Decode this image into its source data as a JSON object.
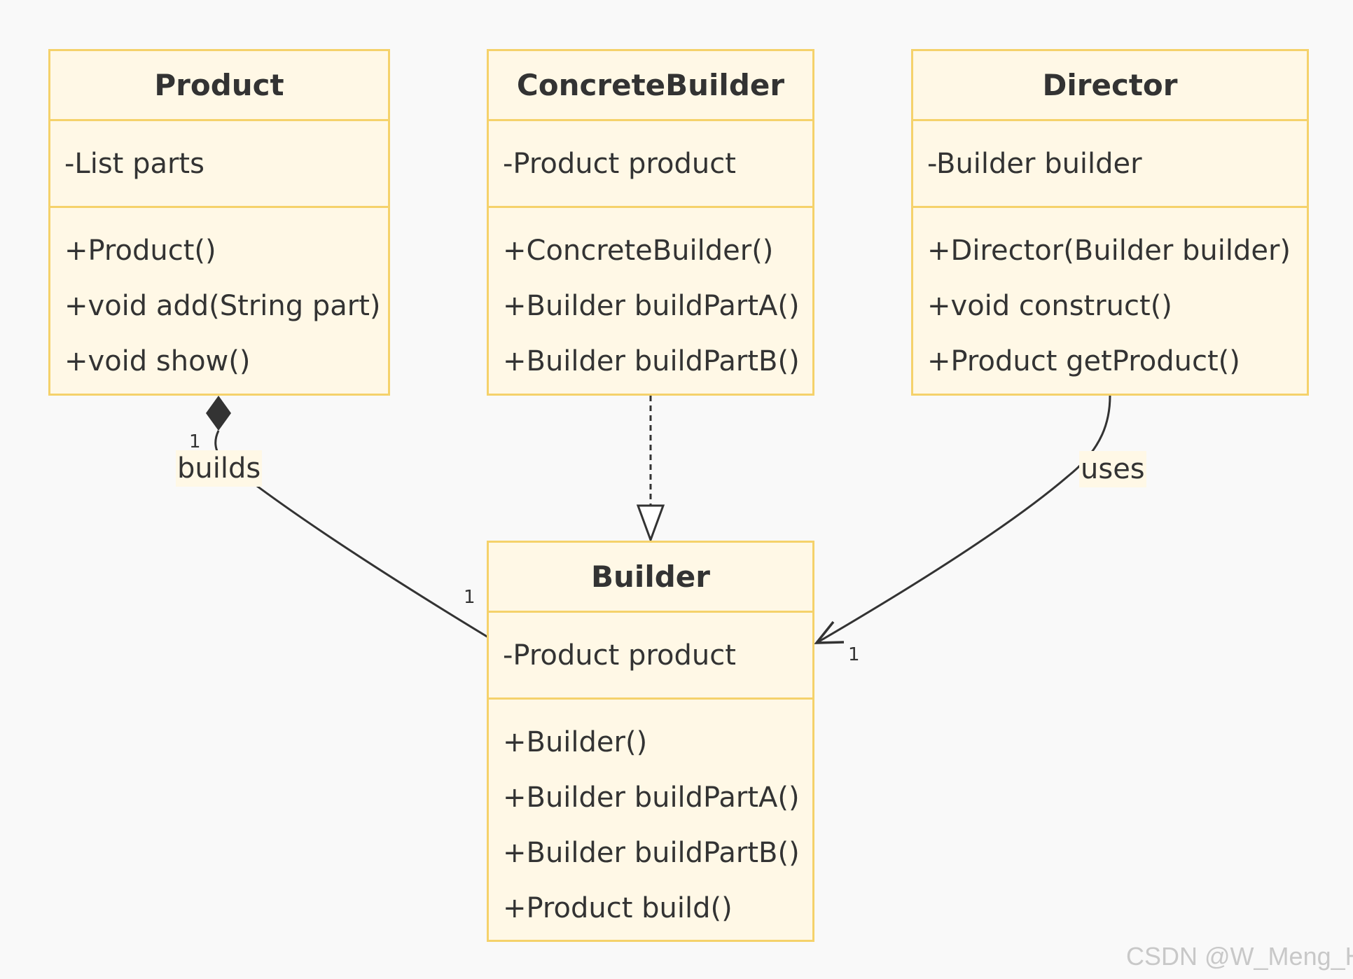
{
  "classes": {
    "product": {
      "name": "Product",
      "attributes": [
        "-List parts"
      ],
      "methods": [
        "+Product()",
        "+void add(String part)",
        "+void show()"
      ]
    },
    "concrete_builder": {
      "name": "ConcreteBuilder",
      "attributes": [
        "-Product product"
      ],
      "methods": [
        "+ConcreteBuilder()",
        "+Builder buildPartA()",
        "+Builder buildPartB()"
      ]
    },
    "director": {
      "name": "Director",
      "attributes": [
        "-Builder builder"
      ],
      "methods": [
        "+Director(Builder builder)",
        "+void construct()",
        "+Product getProduct()"
      ]
    },
    "builder": {
      "name": "Builder",
      "attributes": [
        "-Product product"
      ],
      "methods": [
        "+Builder()",
        "+Builder buildPartA()",
        "+Builder buildPartB()",
        "+Product build()"
      ]
    }
  },
  "relations": {
    "builds": {
      "label": "builds",
      "from_multiplicity": "1",
      "to_multiplicity": "1",
      "kind": "composition"
    },
    "uses": {
      "label": "uses",
      "to_multiplicity": "1",
      "kind": "association"
    },
    "realization": {
      "kind": "realization"
    }
  },
  "watermark": "CSDN @W_Meng_H",
  "colors": {
    "background": "#f9f9f9",
    "class_fill": "#fff8e6",
    "class_border": "#f5d26b",
    "text": "#333333",
    "line": "#333333"
  }
}
